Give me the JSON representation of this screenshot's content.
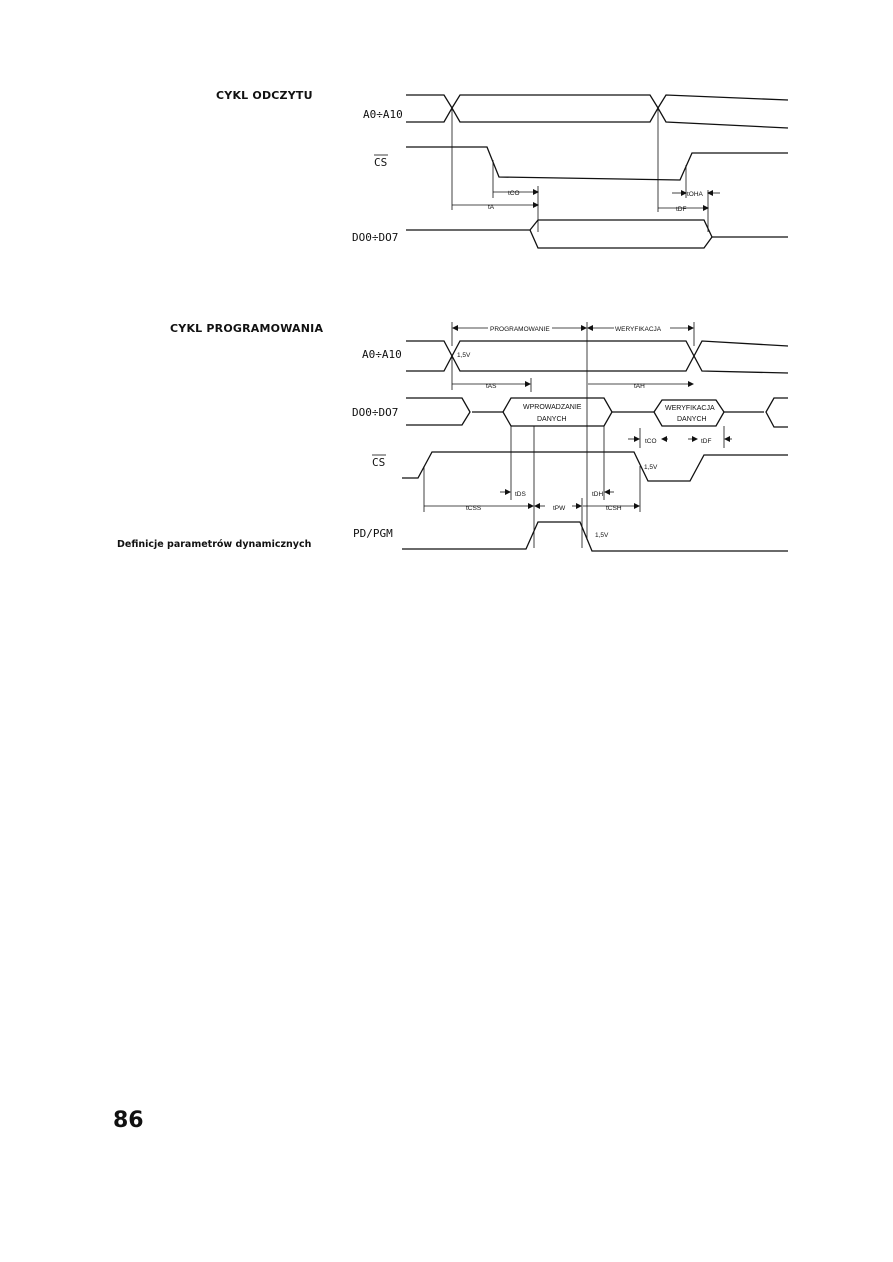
{
  "read_cycle": {
    "title": "CYKL ODCZYTU",
    "sig_addr": "A0÷A10",
    "sig_cs": "CS",
    "sig_data": "DO0÷DO7",
    "t_co": "tCO",
    "t_a": "tA",
    "t_oha": "tOHA",
    "t_df": "tDF"
  },
  "program_cycle": {
    "title": "CYKL PROGRAMOWANIA",
    "sig_addr": "A0÷A10",
    "sig_data": "DO0÷DO7",
    "sig_cs": "CS",
    "sig_pgm": "PD/PGM",
    "phase_program": "PROGRAMOWANIE",
    "phase_verify": "WERYFIKACJA",
    "level_addr": "1,5V",
    "t_as": "tAS",
    "t_ah": "tAH",
    "data_in_line1": "WPROWADZANIE",
    "data_in_line2": "DANYCH",
    "data_out_line1": "WERYFIKACJA",
    "data_out_line2": "DANYCH",
    "t_co": "tCO",
    "t_df": "tDF",
    "level_cs": "1,5V",
    "t_ds": "tDS",
    "t_dh": "tDH",
    "t_css": "tCSS",
    "t_pw": "tPW",
    "t_csh": "tCSH",
    "level_pgm": "1,5V"
  },
  "caption": "Definicje parametrów dynamicznych",
  "page_number": "86"
}
